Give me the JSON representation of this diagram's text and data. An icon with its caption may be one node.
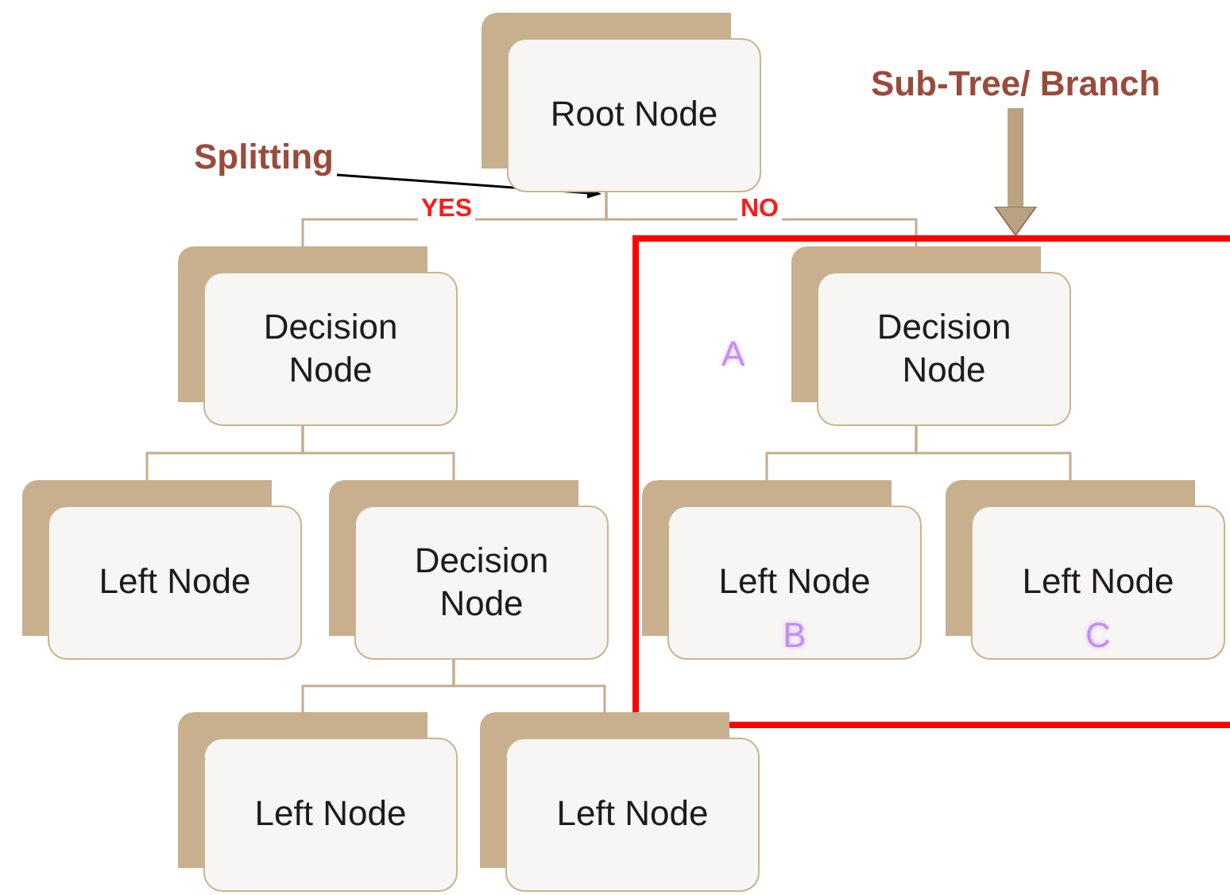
{
  "diagram": {
    "nodes": [
      {
        "text": [
          "Root Node"
        ]
      },
      {
        "text": [
          "Sub-Tree/ Branch"
        ]
      },
      {
        "text": [
          "Splitting"
        ]
      },
      {
        "text": [
          "Decision Node"
        ]
      },
      {
        "text": [],
        "shape": "box"
      },
      {
        "text": [
          "Decision Node"
        ],
        "in": 4,
        "beside": [
          "A"
        ]
      },
      {
        "text": [
          "Left Node"
        ]
      },
      {
        "text": [
          "Decision Node"
        ]
      },
      {
        "text": [
          "Left Node",
          "B"
        ],
        "in": 4
      },
      {
        "text": [
          "Left Node",
          "C"
        ],
        "in": 4
      },
      {
        "text": [
          "Left Node"
        ]
      },
      {
        "text": [
          "Left Node"
        ]
      }
    ],
    "edges": [
      {
        "from": 0,
        "to": 3,
        "arrow": "none",
        "label": "YES"
      },
      {
        "from": 0,
        "to": 5,
        "arrow": "none",
        "label": "NO"
      },
      {
        "from": 3,
        "to": 6,
        "arrow": "none"
      },
      {
        "from": 3,
        "to": 7,
        "arrow": "none"
      },
      {
        "from": 5,
        "to": 8,
        "arrow": "none"
      },
      {
        "from": 5,
        "to": 9,
        "arrow": "none"
      },
      {
        "from": 7,
        "to": 10,
        "arrow": "none"
      },
      {
        "from": 7,
        "to": 11,
        "arrow": "none"
      },
      {
        "from": 2,
        "to": 0,
        "arrow": "to",
        "color": "#000000"
      },
      {
        "from": 1,
        "to": 4,
        "arrow": "to",
        "style": "thick"
      }
    ]
  }
}
